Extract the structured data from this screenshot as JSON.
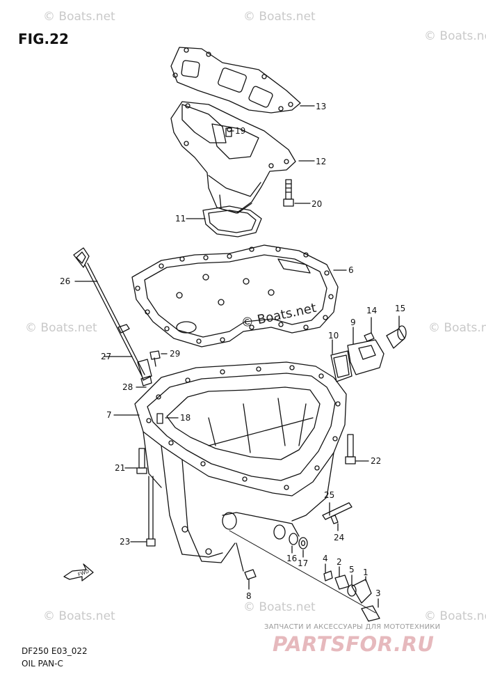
{
  "figure": {
    "title": "FIG.22"
  },
  "watermarks": [
    "© Boats.net",
    "© Boats.net",
    "© Boats.net",
    "© Boats.net",
    "© Boats.net",
    "© Boats.net",
    "© Boats.net",
    "© Boats.net",
    "© Boats.net"
  ],
  "callouts": [
    "13",
    "19",
    "12",
    "20",
    "11",
    "6",
    "26",
    "14",
    "15",
    "9",
    "10",
    "27",
    "29",
    "28",
    "7",
    "18",
    "21",
    "22",
    "25",
    "24",
    "23",
    "16",
    "17",
    "4",
    "2",
    "5",
    "1",
    "8",
    "3"
  ],
  "footer": {
    "code": "DF250 E03_022",
    "name": "OIL PAN-C"
  },
  "brand": {
    "tagline": "ЗАПЧАСТИ И АКСЕССУАРЫ ДЛЯ МОТОТЕХНИКИ",
    "logo": "PARTSFOR.RU"
  },
  "fwd_label": "FWD"
}
